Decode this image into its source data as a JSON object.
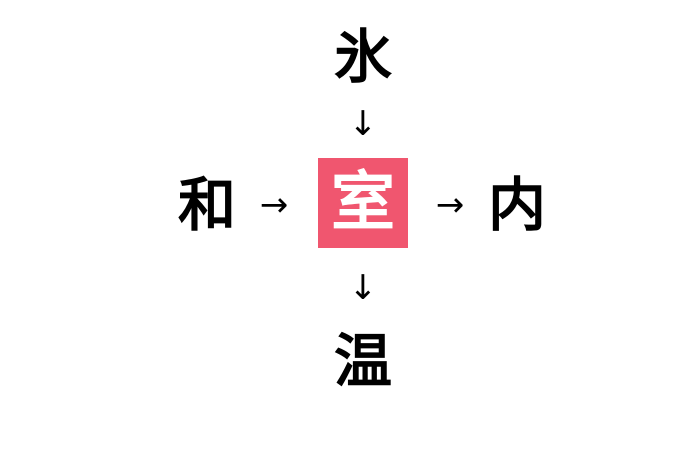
{
  "puzzle": {
    "center": {
      "char": "室",
      "background_color": "#f0566f",
      "text_color": "#ffffff"
    },
    "top": {
      "char": "氷"
    },
    "left": {
      "char": "和"
    },
    "right": {
      "char": "内"
    },
    "bottom": {
      "char": "温"
    },
    "arrows": {
      "top_down": "↓",
      "left_right": "→",
      "center_right": "→",
      "center_down": "↓"
    }
  }
}
